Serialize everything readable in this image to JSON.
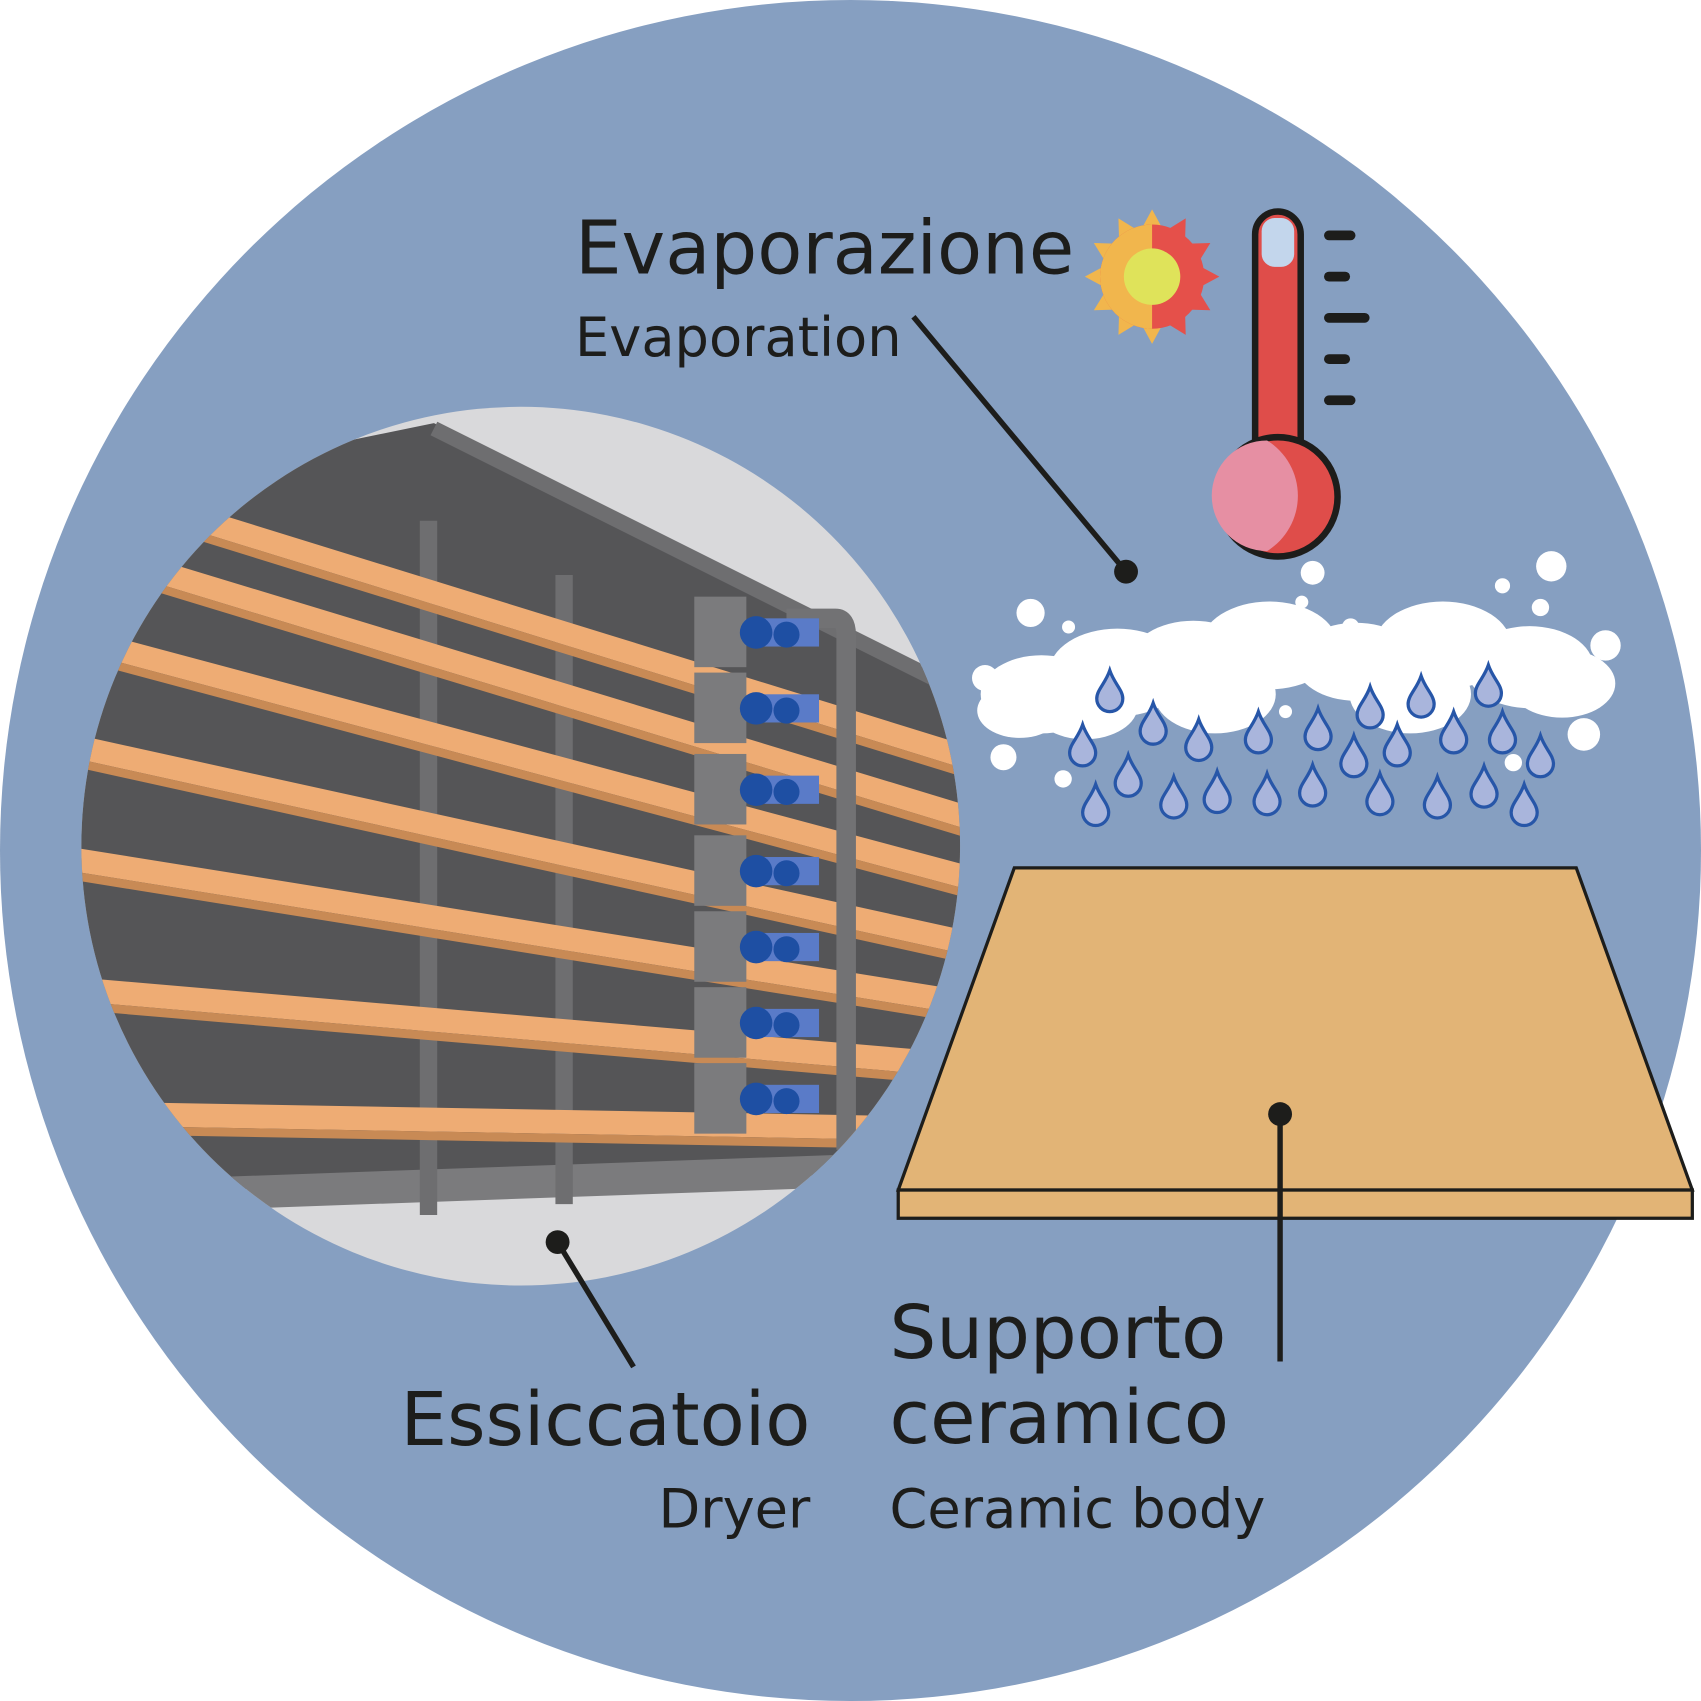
{
  "labels": {
    "evaporation_it": "Evaporazione",
    "evaporation_en": "Evaporation",
    "dryer_it": "Essiccatoio",
    "dryer_en": "Dryer",
    "body_it_line1": "Supporto",
    "body_it_line2": "ceramico",
    "body_en": "Ceramic body"
  },
  "colors": {
    "background_circle": "#869fc1",
    "shelf": "#eeac74",
    "dryer_frame": "#5a5a5c",
    "ceramic_tile": "#e2b476",
    "water_drop": "#a9b5dc",
    "drop_outline": "#2756a8",
    "thermometer_red": "#df4d4a"
  }
}
